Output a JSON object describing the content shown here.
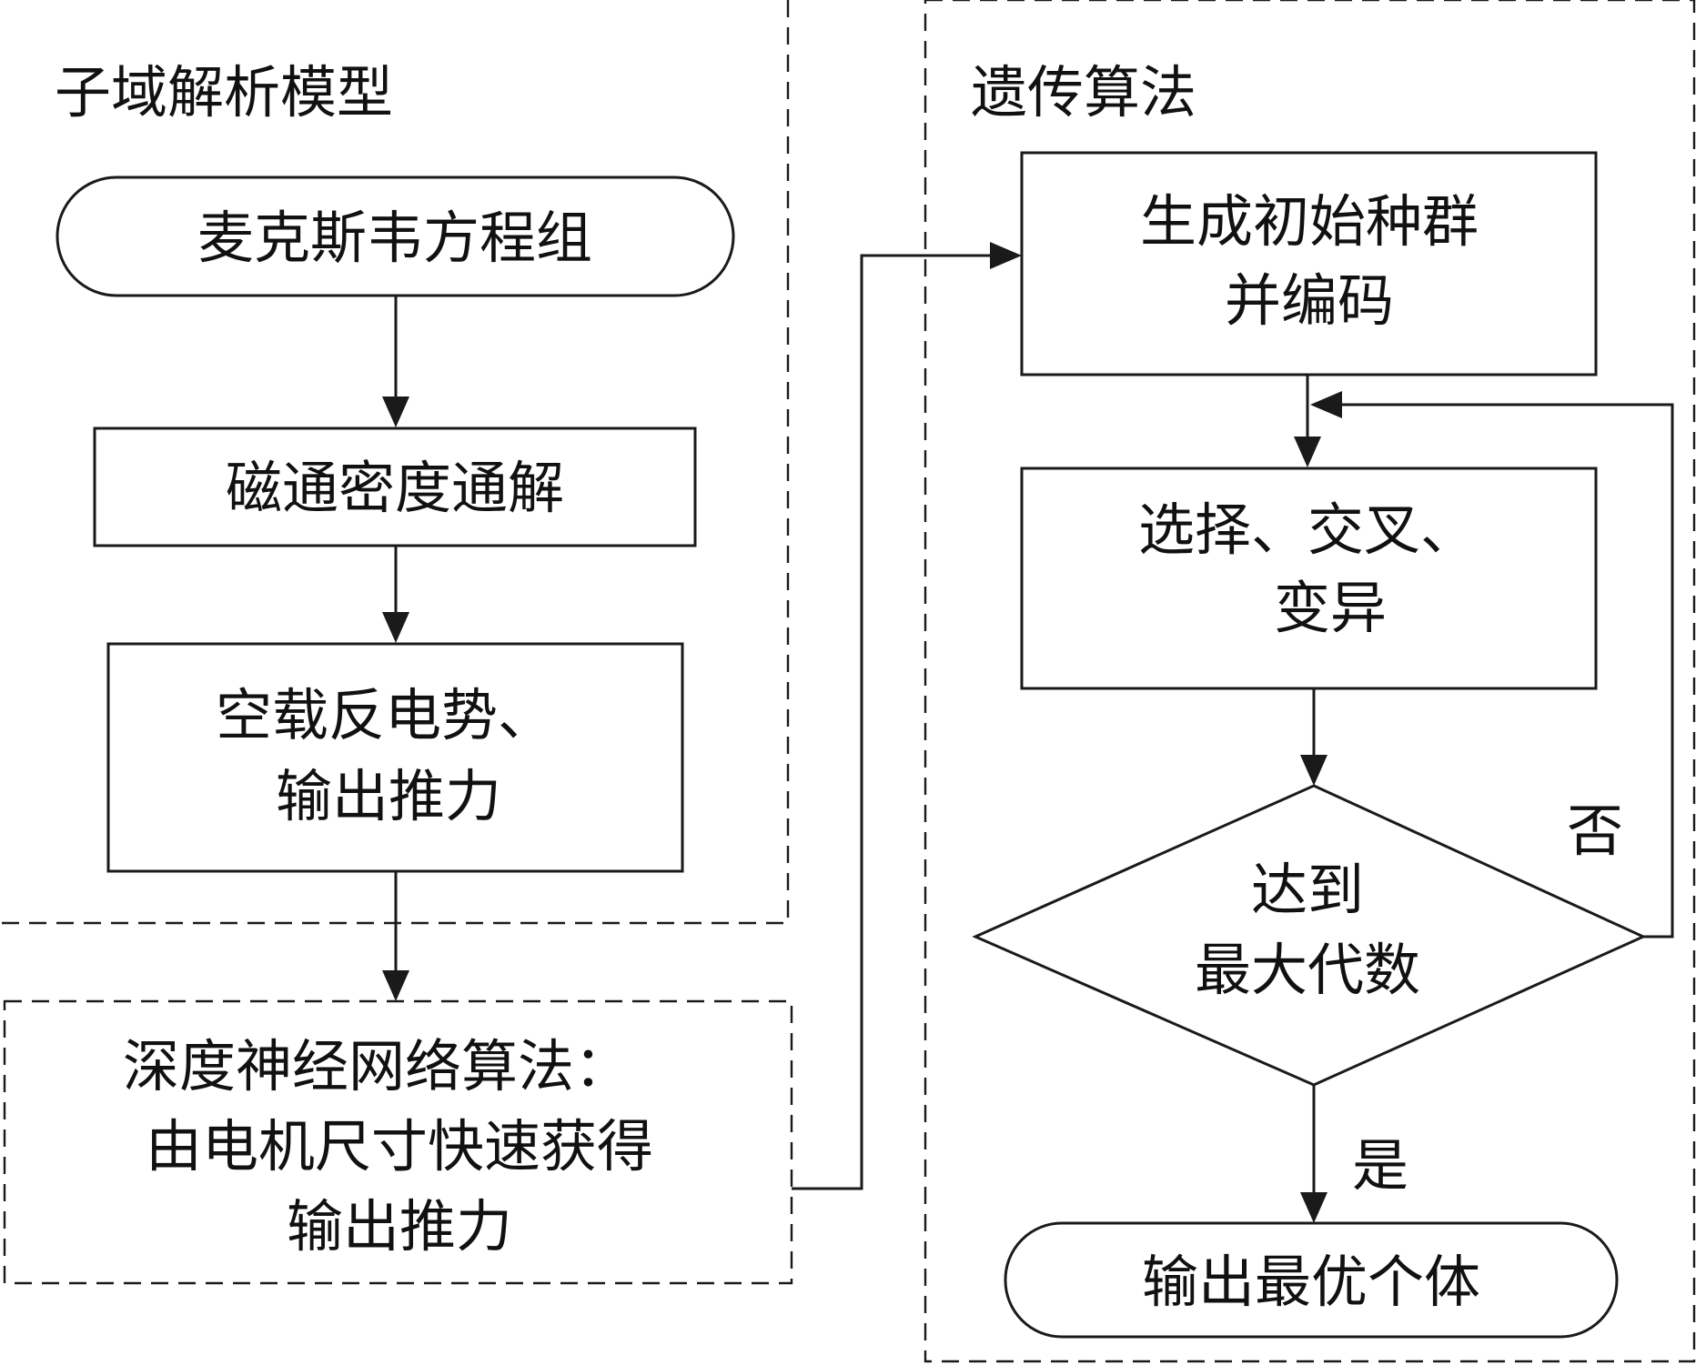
{
  "groups": {
    "subdomain": {
      "title": "子域解析模型"
    },
    "genetic": {
      "title": "遗传算法"
    }
  },
  "nodes": {
    "maxwell": {
      "shape": "rounded",
      "lines": [
        "麦克斯韦方程组"
      ]
    },
    "flux": {
      "shape": "rectangle",
      "lines": [
        "磁通密度通解"
      ]
    },
    "emf": {
      "shape": "rectangle",
      "lines": [
        "空载反电势、",
        "输出推力"
      ]
    },
    "dnn": {
      "shape": "dashed-rectangle",
      "lines": [
        "深度神经网络算法：",
        "由电机尺寸快速获得",
        "输出推力"
      ]
    },
    "init": {
      "shape": "rectangle",
      "lines": [
        "生成初始种群",
        "并编码"
      ]
    },
    "select": {
      "shape": "rectangle",
      "lines": [
        "选择、交叉、",
        "变异"
      ]
    },
    "decision": {
      "shape": "diamond",
      "lines": [
        "达到",
        "最大代数"
      ]
    },
    "output": {
      "shape": "rounded",
      "lines": [
        "输出最优个体"
      ]
    }
  },
  "edges": [
    {
      "from": "maxwell",
      "to": "flux",
      "label": ""
    },
    {
      "from": "flux",
      "to": "emf",
      "label": ""
    },
    {
      "from": "emf",
      "to": "dnn",
      "label": ""
    },
    {
      "from": "dnn",
      "to": "init",
      "label": ""
    },
    {
      "from": "init",
      "to": "select",
      "label": ""
    },
    {
      "from": "select",
      "to": "decision",
      "label": ""
    },
    {
      "from": "decision",
      "to": "select",
      "label": "否"
    },
    {
      "from": "decision",
      "to": "output",
      "label": "是"
    }
  ],
  "colors": {
    "line": "#1a1a1a",
    "text": "#111111",
    "background": "#ffffff"
  }
}
